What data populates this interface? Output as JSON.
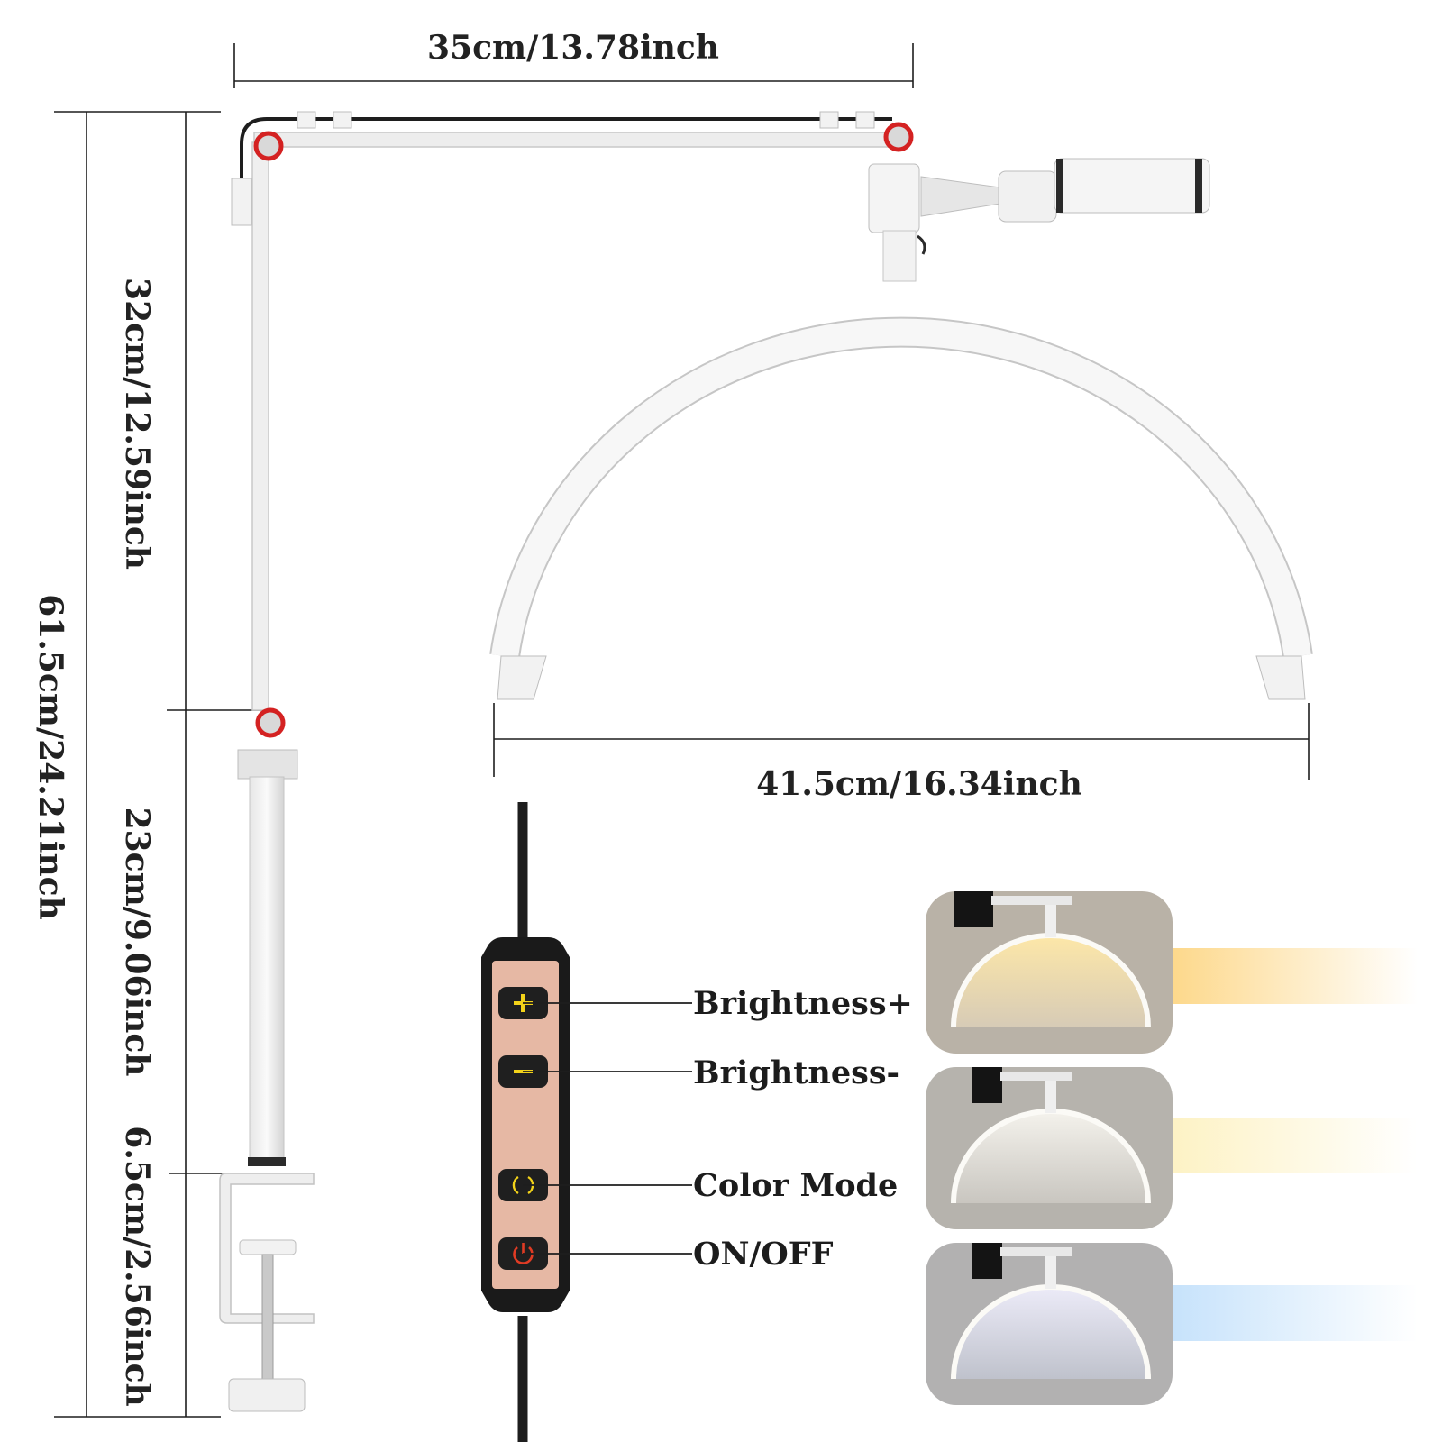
{
  "dimensions": {
    "top_width": "35cm/13.78inch",
    "arc_width": "41.5cm/16.34inch",
    "total_height": "61.5cm/24.21inch",
    "upper_arm": "32cm/12.59inch",
    "lower_pole": "23cm/9.06inch",
    "clamp": "6.5cm/2.56inch"
  },
  "controller": {
    "buttons": [
      {
        "label": "Brightness+",
        "icon": "plus-icon"
      },
      {
        "label": "Brightness-",
        "icon": "minus-icon"
      },
      {
        "label": "Color Mode",
        "icon": "color-mode-icon"
      },
      {
        "label": "ON/OFF",
        "icon": "power-icon"
      }
    ],
    "body_color": "#e6b8a4",
    "frame_color": "#1a1a1a"
  },
  "color_modes": [
    {
      "mode": "warm",
      "color": "#fdd88a"
    },
    {
      "mode": "neutral",
      "color": "#fdf2c4"
    },
    {
      "mode": "cool",
      "color": "#c6e2fb"
    }
  ]
}
